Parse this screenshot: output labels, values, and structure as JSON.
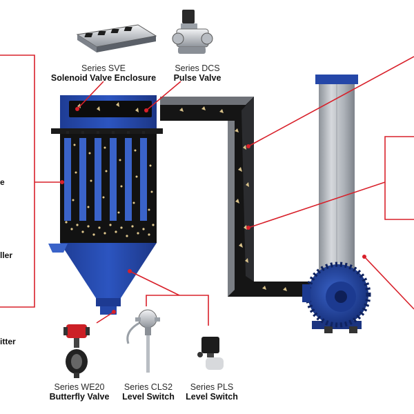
{
  "products": {
    "sve": {
      "series": "Series SVE",
      "name": "Solenoid Valve Enclosure"
    },
    "dcs": {
      "series": "Series DCS",
      "name": "Pulse Valve"
    },
    "we20": {
      "series": "Series WE20",
      "name": "Butterfly Valve"
    },
    "cls2": {
      "series": "Series CLS2",
      "name": "Level Switch"
    },
    "pls": {
      "series": "Series PLS",
      "name": "Level Switch"
    }
  },
  "edge_fragments": {
    "left_upper": "e",
    "left_middle": "ller",
    "left_lower": "itter"
  },
  "colors": {
    "callout_line": "#d8202a",
    "collector_blue": "#2547a8",
    "duct_black": "#151515",
    "stack_metal": "#b9bdc3",
    "blower_blue": "#23469f"
  },
  "icons": {
    "sve": "solenoid-valve-enclosure-icon",
    "dcs": "pulse-valve-icon",
    "we20": "butterfly-valve-icon",
    "cls2": "level-switch-probe-icon",
    "pls": "level-switch-icon",
    "blower": "blower-fan-icon"
  }
}
